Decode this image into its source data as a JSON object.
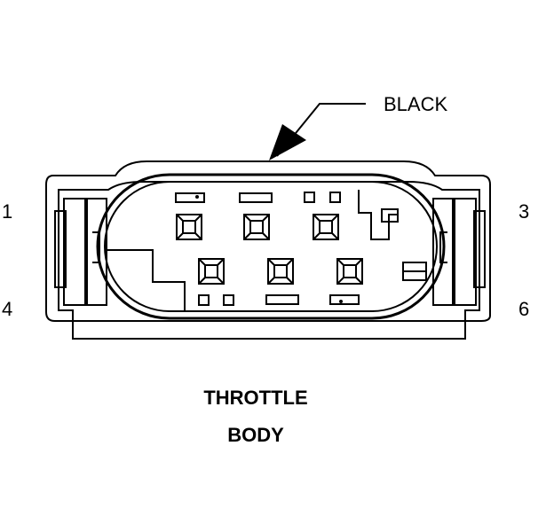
{
  "callout": {
    "label": "BLACK"
  },
  "pins": {
    "top_left": "1",
    "top_right": "3",
    "bottom_left": "4",
    "bottom_right": "6"
  },
  "caption": {
    "line1": "THROTTLE",
    "line2": "BODY"
  }
}
